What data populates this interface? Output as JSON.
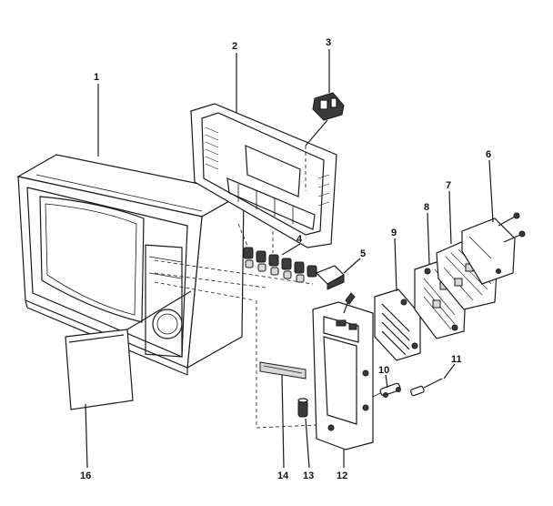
{
  "callouts": {
    "c1": "1",
    "c2": "2",
    "c3": "3",
    "c4": "4",
    "c5": "5",
    "c6": "6",
    "c7": "7",
    "c8": "8",
    "c9": "9",
    "c10": "10",
    "c11": "11",
    "c12": "12",
    "c13": "13",
    "c14": "14",
    "c16": "16"
  }
}
